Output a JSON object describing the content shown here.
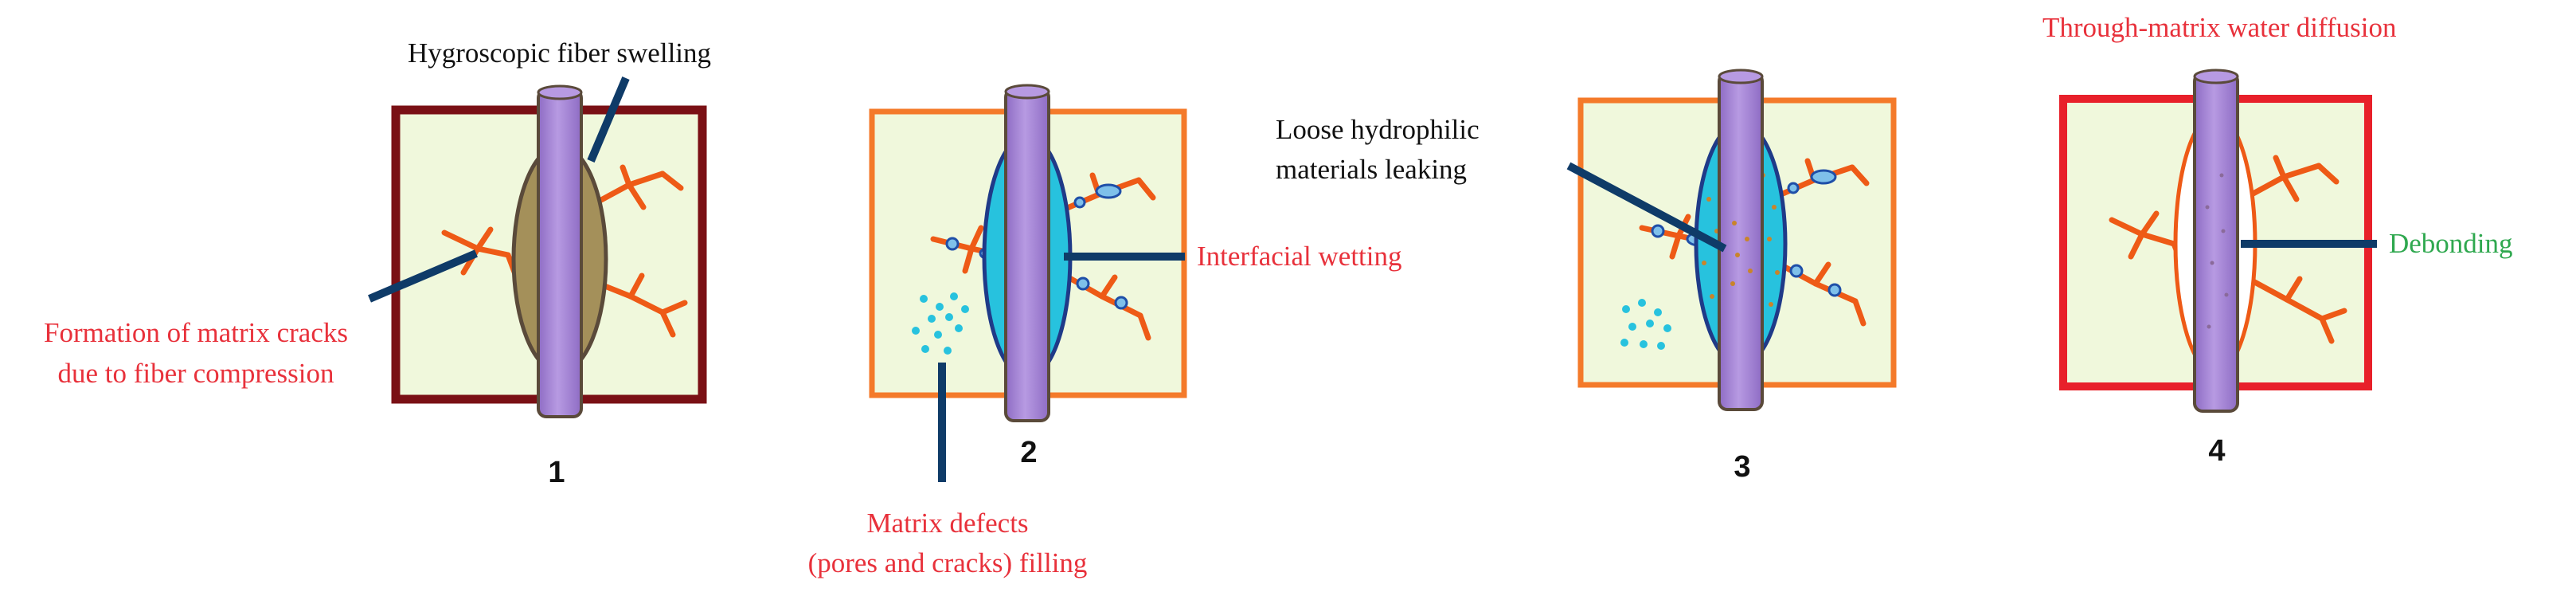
{
  "colors": {
    "matrix_fill": "#f0f8dc",
    "frame_dark_red": "#7a1015",
    "frame_orange": "#f47a2a",
    "frame_red": "#e8202a",
    "fiber_fill": "#a98ad6",
    "fiber_stroke": "#5a4a3a",
    "crack_orange": "#ee5a16",
    "pointer_navy": "#0f3b68",
    "text_red": "#e8313b",
    "text_black": "#111111",
    "text_green": "#2fa84f",
    "cyan": "#27c2de",
    "swelling_olive": "#9a8a50"
  },
  "panels": [
    {
      "number": "1",
      "labels": {
        "top": "Hygroscopic fiber swelling",
        "left_line1": "Formation of matrix cracks",
        "left_line2": "due to fiber  compression"
      }
    },
    {
      "number": "2",
      "labels": {
        "right": "Interfacial wetting",
        "bottom_line1": "Matrix defects",
        "bottom_line2": "(pores and cracks)  filling"
      }
    },
    {
      "number": "3",
      "labels": {
        "left_line1": "Loose hydrophilic",
        "left_line2": "materials leaking"
      }
    },
    {
      "number": "4",
      "labels": {
        "top": "Through-matrix water diffusion",
        "right": "Debonding"
      }
    }
  ]
}
